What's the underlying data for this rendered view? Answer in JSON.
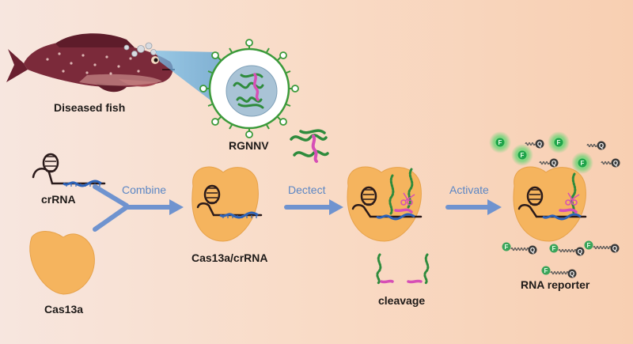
{
  "labels": {
    "diseased_fish": "Diseased fish",
    "rgnnv": "RGNNV",
    "crrna": "crRNA",
    "cas13a": "Cas13a",
    "complex": "Cas13a/crRNA",
    "cleavage": "cleavage",
    "rna_reporter": "RNA reporter"
  },
  "steps": {
    "combine": "Combine",
    "detect": "Dectect",
    "activate": "Activate"
  },
  "reporter": {
    "fluor_letter": "F",
    "quench_letter": "Q"
  },
  "colors": {
    "protein": "#f5b45e",
    "arrow": "#6f93cf",
    "rna_green": "#2e8b3c",
    "target_pink": "#d64fb6",
    "crrna_blue": "#2d63b9",
    "fish": "#7b2a3a",
    "fluor_glow": "#3fe36a",
    "virus_outline": "#3b9a3a"
  }
}
